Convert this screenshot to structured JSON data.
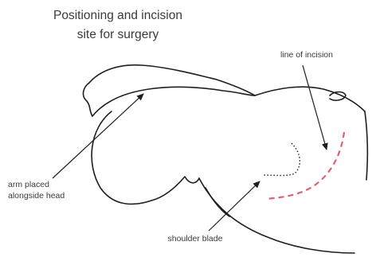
{
  "title": {
    "line1": "Positioning and incision",
    "line2": "site for surgery"
  },
  "labels": {
    "incision": "line of incision",
    "arm_line1": "arm placed",
    "arm_line2": "alongside head",
    "shoulder_blade": "shoulder blade"
  },
  "colors": {
    "incision_line": "#e0607a",
    "outline": "#1e1e1e",
    "text": "#3a3a3a"
  }
}
